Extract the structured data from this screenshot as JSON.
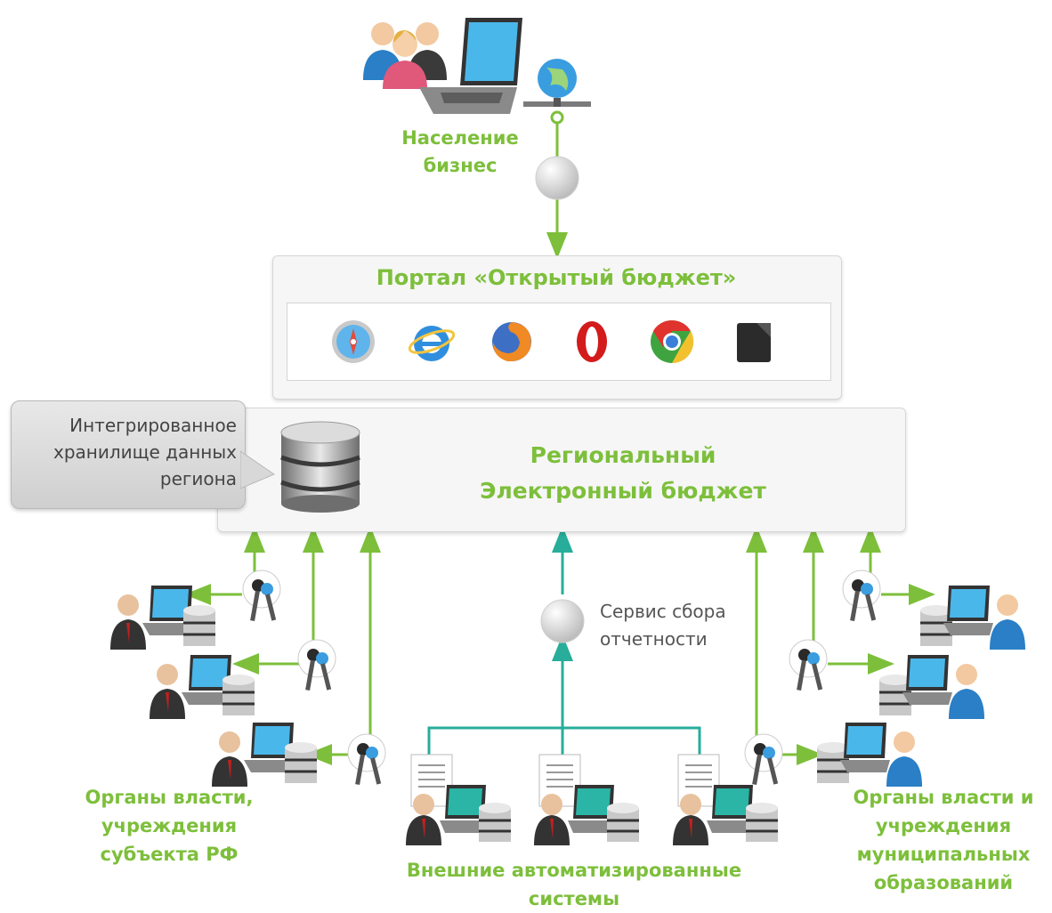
{
  "diagram": {
    "top_label": {
      "line1": "Население",
      "line2": "бизнес"
    },
    "portal": {
      "title": "Портал «Открытый бюджет»",
      "browsers": [
        "safari-icon",
        "internet-explorer-icon",
        "firefox-icon",
        "opera-icon",
        "chrome-icon",
        "tablet-icon"
      ]
    },
    "regional": {
      "line1": "Региональный",
      "line2": "Электронный бюджет"
    },
    "storage_callout": {
      "line1": "Интегрированное",
      "line2": "хранилище данных",
      "line3": "региона"
    },
    "service": {
      "line1": "Сервис сбора",
      "line2": "отчетности"
    },
    "left_group": {
      "line1": "Органы власти,",
      "line2": "учреждения",
      "line3": "субъекта РФ"
    },
    "center_group": {
      "line1": "Внешние автоматизированные",
      "line2": "системы"
    },
    "right_group": {
      "line1": "Органы власти и",
      "line2": "учреждения",
      "line3": "муниципальных",
      "line4": "образований"
    }
  },
  "colors": {
    "green": "#7dbf3b",
    "teal": "#27ad9a",
    "gray_text": "#555555"
  }
}
